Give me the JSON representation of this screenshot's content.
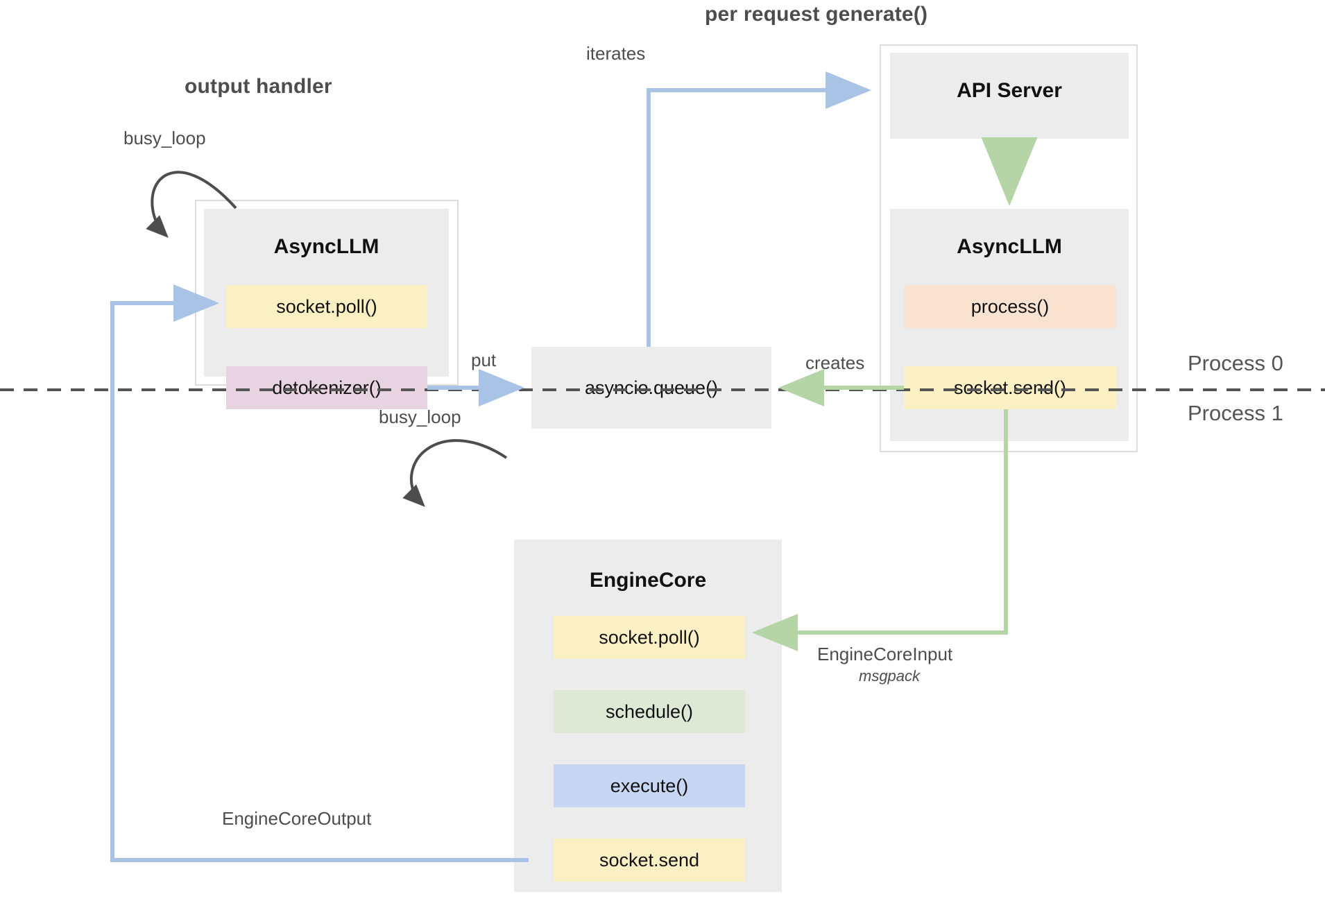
{
  "diagram": {
    "title_hidden": "",
    "groups": {
      "output_handler": "output handler",
      "per_request": "per request generate()"
    },
    "process_labels": {
      "top": "Process 0",
      "bottom": "Process 1"
    },
    "components": {
      "async_llm_left": {
        "title": "AsyncLLM",
        "slots": [
          {
            "label": "socket.poll()",
            "color": "#fbf0c4"
          },
          {
            "label": "detokenizer()",
            "color": "#e8d3e0"
          }
        ]
      },
      "async_llm_right": {
        "title": "AsyncLLM",
        "slots": [
          {
            "label": "process()",
            "color": "#f9e3d0"
          },
          {
            "label": "socket.send()",
            "color": "#fbf0c4"
          }
        ]
      },
      "api_server": {
        "title": "API Server"
      },
      "engine_core": {
        "title": "EngineCore",
        "slots": [
          {
            "label": "socket.poll()",
            "color": "#fbf0c4"
          },
          {
            "label": "schedule()",
            "color": "#dde9d5"
          },
          {
            "label": "execute()",
            "color": "#c7d6f2"
          },
          {
            "label": "socket.send",
            "color": "#fbf0c4"
          }
        ]
      },
      "queue": {
        "label": "asyncio.queue()"
      }
    },
    "edges": {
      "busy_loop_left": "busy_loop",
      "busy_loop_engine": "busy_loop",
      "iterates": "iterates",
      "put": "put",
      "creates": "creates",
      "engine_core_input": "EngineCoreInput",
      "engine_core_input_sub": "msgpack",
      "engine_core_output": "EngineCoreOutput"
    },
    "colors": {
      "blue_arrow": "#a8c3e6",
      "green_arrow": "#b5d5a7",
      "dark_arrow": "#4d4d4d",
      "panel_border": "#dcdcdc",
      "box_fill": "#ececec",
      "divider": "#555555"
    }
  }
}
